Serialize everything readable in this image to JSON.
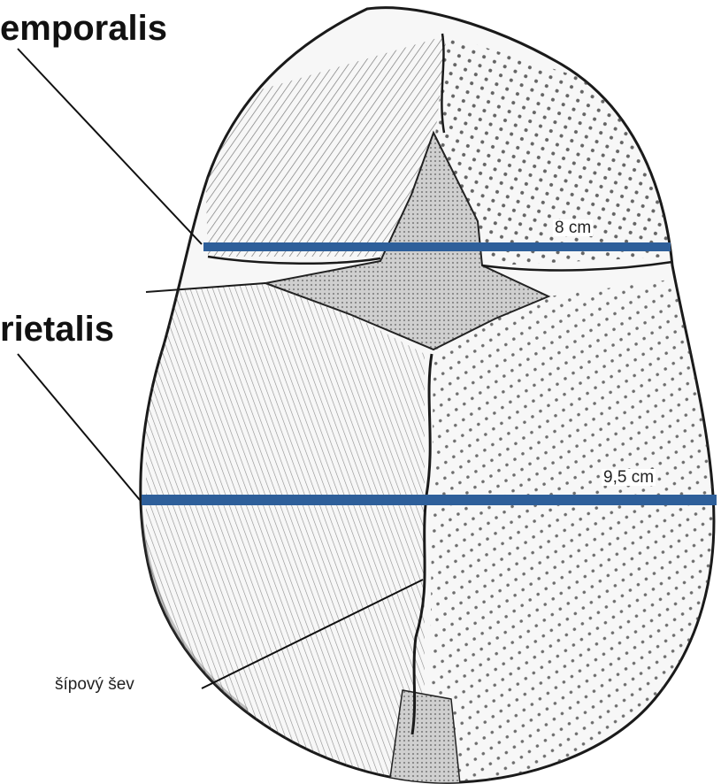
{
  "labels": {
    "temporalis": "emporalis",
    "parietalis": "rietalis",
    "suture": "šípový šev"
  },
  "measurements": {
    "upper": "8 cm",
    "lower": "9,5 cm"
  },
  "colors": {
    "measure_line": "#2e5f9a",
    "ink": "#222222"
  }
}
